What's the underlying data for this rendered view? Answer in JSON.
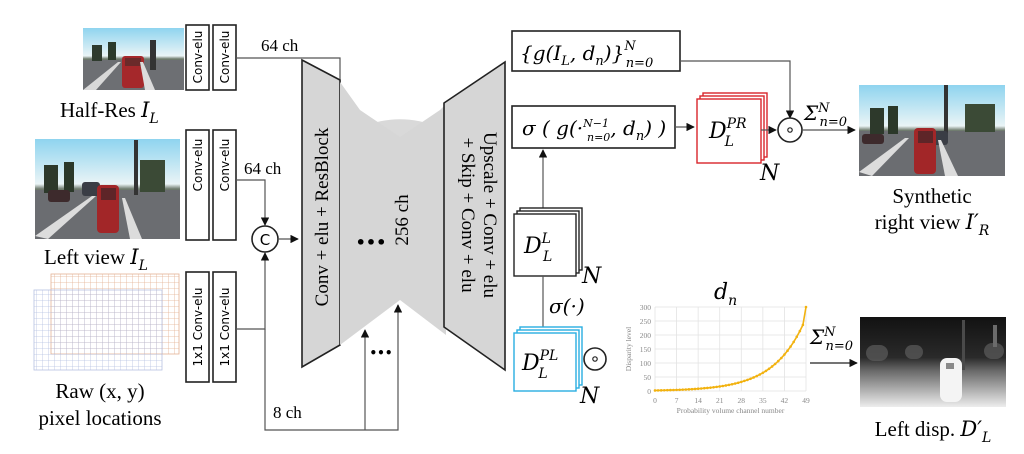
{
  "inputs": {
    "half_res": {
      "label": "Half-Res ",
      "symbol": "I",
      "sub": "L",
      "conv1": "Conv-elu",
      "conv2": "Conv-elu",
      "channels": "64 ch"
    },
    "left_view": {
      "label": "Left view ",
      "symbol": "I",
      "sub": "L",
      "conv1": "Conv-elu",
      "conv2": "Conv-elu",
      "channels": "64 ch"
    },
    "raw_xy": {
      "label_line1": "Raw (x, y)",
      "label_line2": "pixel locations",
      "conv1": "1x1 Conv-elu",
      "conv2": "1x1 Conv-elu",
      "channels": "8 ch"
    }
  },
  "concat_symbol": "C",
  "encoder": {
    "label": "Conv + elu + ResBlock"
  },
  "bottleneck": {
    "label": "256 ch",
    "ellipsis": "•••"
  },
  "decoder": {
    "label_line1": "Upscale + Conv + elu",
    "label_line2": "+ Skip + Conv + elu"
  },
  "skip_ellipsis": "•••",
  "formulas": {
    "g_set": "{g(I",
    "g_set_sub": "L",
    "g_set_mid": ", d",
    "g_set_sub2": "n",
    "g_set_end": ")}",
    "g_set_sup": "N",
    "g_set_range": "n=0",
    "sigma_g": "σ ( g(·",
    "sigma_g_sup": "N−1",
    "sigma_g_sub": "n=0",
    "sigma_g_end": ", d",
    "sigma_g_end_sub": "n",
    "sigma_g_close": ") )",
    "sigma_dot": "σ(·)"
  },
  "volumes": {
    "d_pr": {
      "symbol": "D",
      "sub": "L",
      "sup": "PR",
      "count": "N",
      "color": "#d9252b"
    },
    "d_l": {
      "symbol": "D",
      "sub": "L",
      "sup": "L",
      "count": "N",
      "color": "#222222"
    },
    "d_pl": {
      "symbol": "D",
      "sub": "L",
      "sup": "PL",
      "count": "N",
      "color": "#29aee2"
    }
  },
  "operators": {
    "hadamard": "⊙",
    "sum": "Σ",
    "sum_sup": "N",
    "sum_sub": "n=0"
  },
  "outputs": {
    "synthetic": {
      "line1": "Synthetic",
      "line2": "right view ",
      "symbol": "I′",
      "sub": "R"
    },
    "left_disp": {
      "label": "Left disp. ",
      "symbol": "D′",
      "sub": "L"
    }
  },
  "colors": {
    "gray_block": "#d6d6d6",
    "arc": "#d9d9d9",
    "curve": "#f2b20f",
    "grid": "#e3e3e3"
  },
  "chart_data": {
    "type": "line",
    "title": "d_n",
    "xlabel": "Probability volume channel number",
    "ylabel": "Disparity level",
    "x_ticks": [
      0,
      7,
      14,
      21,
      28,
      35,
      42,
      49
    ],
    "y_ticks": [
      0,
      50,
      100,
      150,
      200,
      250,
      300
    ],
    "xlim": [
      0,
      49
    ],
    "ylim": [
      0,
      300
    ],
    "grid": true,
    "series": [
      {
        "name": "d_n",
        "x": [
          0,
          1,
          2,
          3,
          4,
          5,
          6,
          7,
          8,
          9,
          10,
          11,
          12,
          13,
          14,
          15,
          16,
          17,
          18,
          19,
          20,
          21,
          22,
          23,
          24,
          25,
          26,
          27,
          28,
          29,
          30,
          31,
          32,
          33,
          34,
          35,
          36,
          37,
          38,
          39,
          40,
          41,
          42,
          43,
          44,
          45,
          46,
          47,
          48,
          49
        ],
        "y": [
          2,
          2.2,
          2.4,
          2.7,
          3.0,
          3.3,
          3.6,
          4.0,
          4.4,
          4.9,
          5.4,
          6.0,
          6.6,
          7.3,
          8.1,
          8.9,
          9.9,
          10.9,
          12.0,
          13.3,
          14.7,
          16.2,
          17.9,
          19.8,
          21.8,
          24.1,
          26.6,
          29.4,
          32.5,
          35.9,
          39.6,
          43.7,
          48.3,
          53.3,
          58.9,
          65.0,
          71.8,
          79.3,
          87.6,
          96.7,
          106.8,
          117.9,
          130.2,
          143.8,
          158.8,
          175.4,
          193.7,
          213.9,
          236.2,
          300
        ]
      }
    ]
  }
}
